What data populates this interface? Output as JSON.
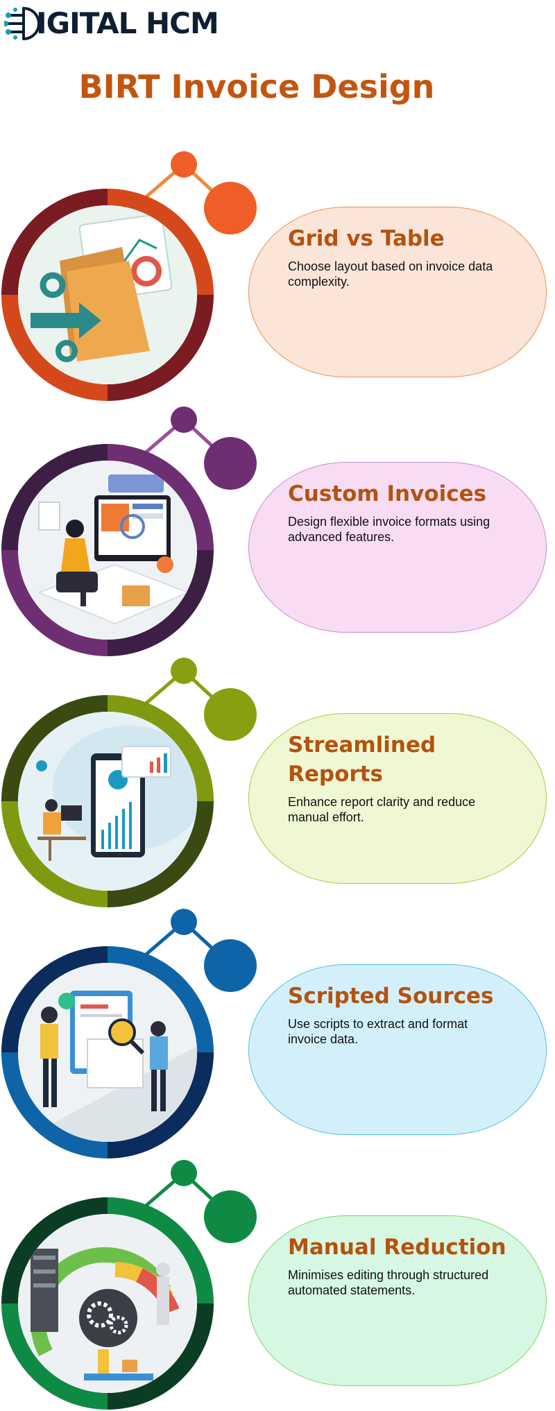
{
  "logo": {
    "text": "DIGITAL HCM",
    "visible_text": "IGITAL HCM",
    "icon": "circuit-d-icon",
    "colors": {
      "dark": "#0f1f33",
      "teal": "#14a0b4"
    }
  },
  "title": "BIRT Invoice Design",
  "title_color": "#c3550f",
  "sections": [
    {
      "title": "Grid vs Table",
      "text": "Choose layout based on invoice data complexity.",
      "illustration": "folder-chart-icon",
      "colors": {
        "ring": "#7b1b22",
        "ring_accent": "#d4481c",
        "dot": "#ef5e26",
        "card_bg": "#fbe5d9",
        "card_border": "#ef8e4a"
      }
    },
    {
      "title": "Custom Invoices",
      "text": "Design flexible invoice formats using advanced features.",
      "illustration": "designer-at-monitor-icon",
      "colors": {
        "ring": "#3d1f45",
        "ring_accent": "#6e2f72",
        "dot": "#6e2f72",
        "card_bg": "#f8dcf3",
        "card_border": "#c68ad6"
      }
    },
    {
      "title": "Streamlined Reports",
      "text": "Enhance report clarity and reduce manual effort.",
      "illustration": "analytics-dashboard-icon",
      "colors": {
        "ring": "#3a4a10",
        "ring_accent": "#7f9a10",
        "dot": "#86a010",
        "card_bg": "#eff8d3",
        "card_border": "#a9cc3a"
      }
    },
    {
      "title": "Scripted Sources",
      "text": "Use scripts to extract and format invoice data.",
      "illustration": "invoice-inspection-icon",
      "colors": {
        "ring": "#0b2c5c",
        "ring_accent": "#0e64a6",
        "dot": "#0e64a6",
        "card_bg": "#d3f0fa",
        "card_border": "#4fbde3"
      }
    },
    {
      "title": "Manual Reduction",
      "text": "Minimises editing through structured automated statements.",
      "illustration": "automation-gauge-icon",
      "colors": {
        "ring": "#0b3d24",
        "ring_accent": "#0f8a45",
        "dot": "#0f8a45",
        "card_bg": "#d6f7e1",
        "card_border": "#7fd867"
      }
    }
  ]
}
